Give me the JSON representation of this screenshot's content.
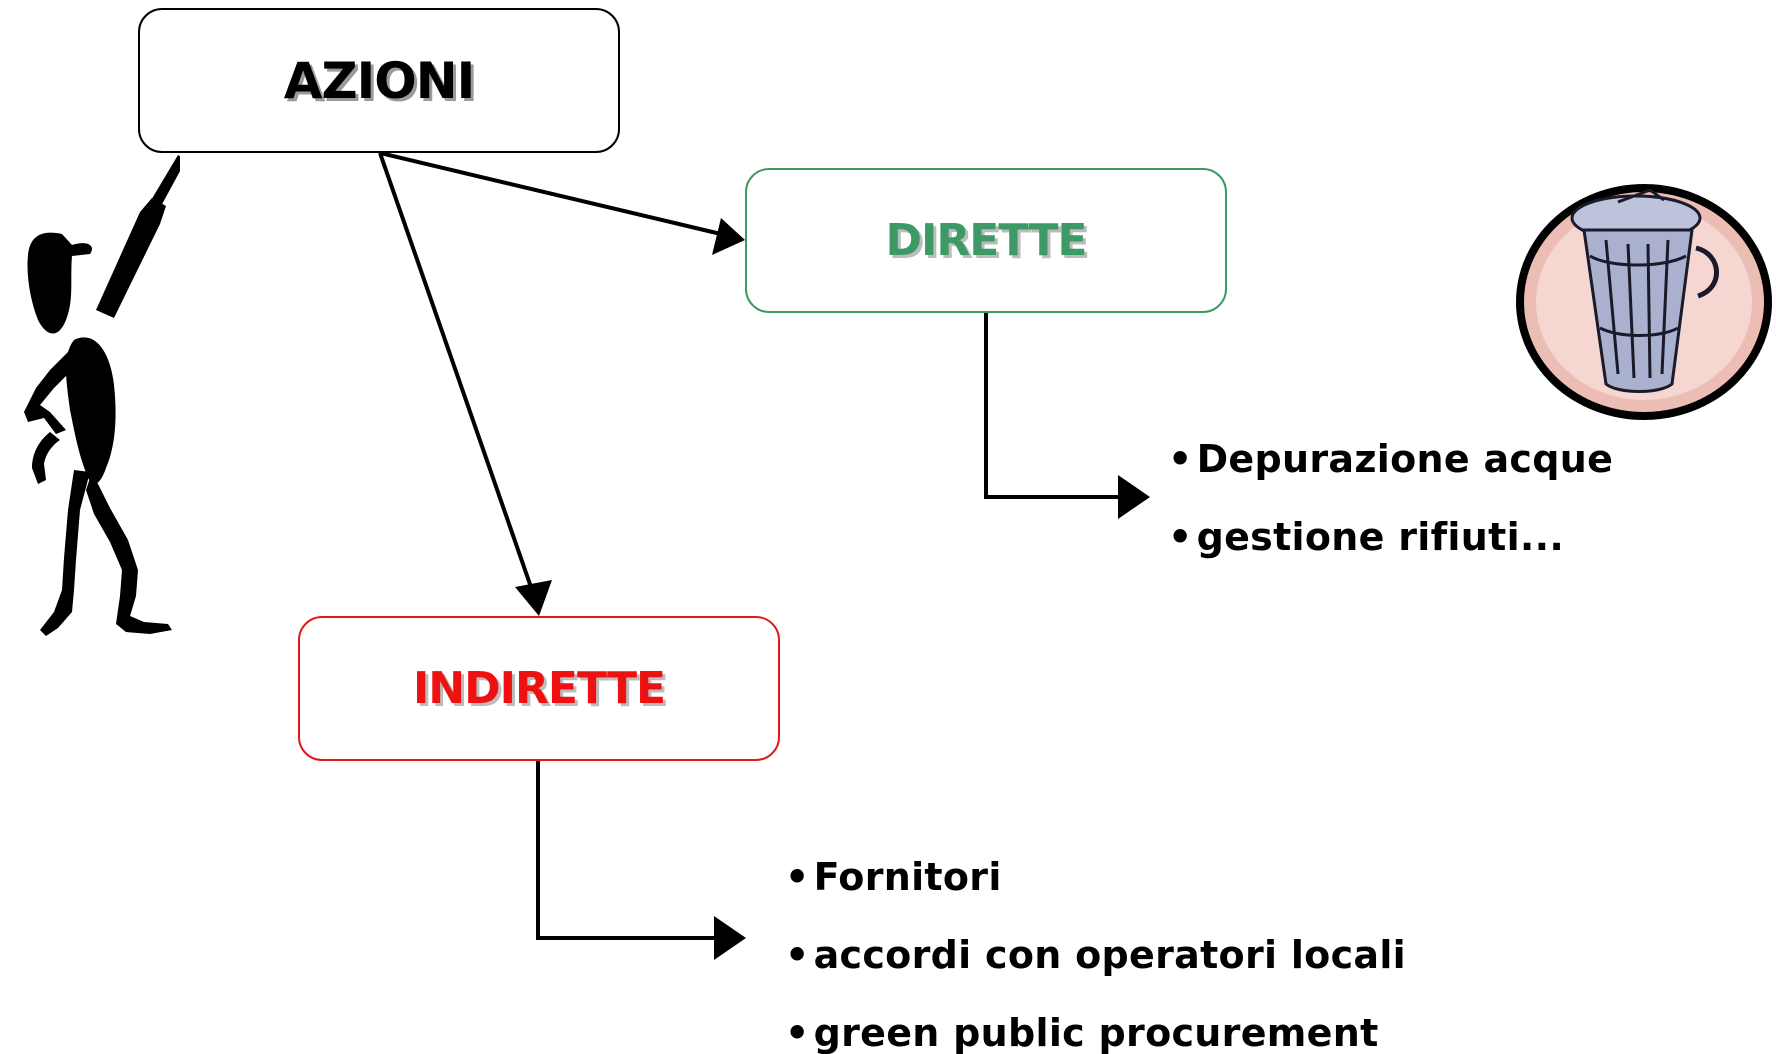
{
  "diagram": {
    "root": {
      "label": "AZIONI"
    },
    "branches": [
      {
        "id": "dirette",
        "label": "DIRETTE",
        "color": "#3d9a66",
        "items": [
          "Depurazione acque",
          "gestione rifiuti..."
        ]
      },
      {
        "id": "indirette",
        "label": "INDIRETTE",
        "color": "#ee1111",
        "items": [
          "Fornitori",
          "accordi con operatori locali",
          "green public procurement"
        ]
      }
    ],
    "bullet_glyph": "•"
  },
  "illustrations": {
    "left": "pointing-person-silhouette-icon",
    "right": "trash-can-icon"
  }
}
